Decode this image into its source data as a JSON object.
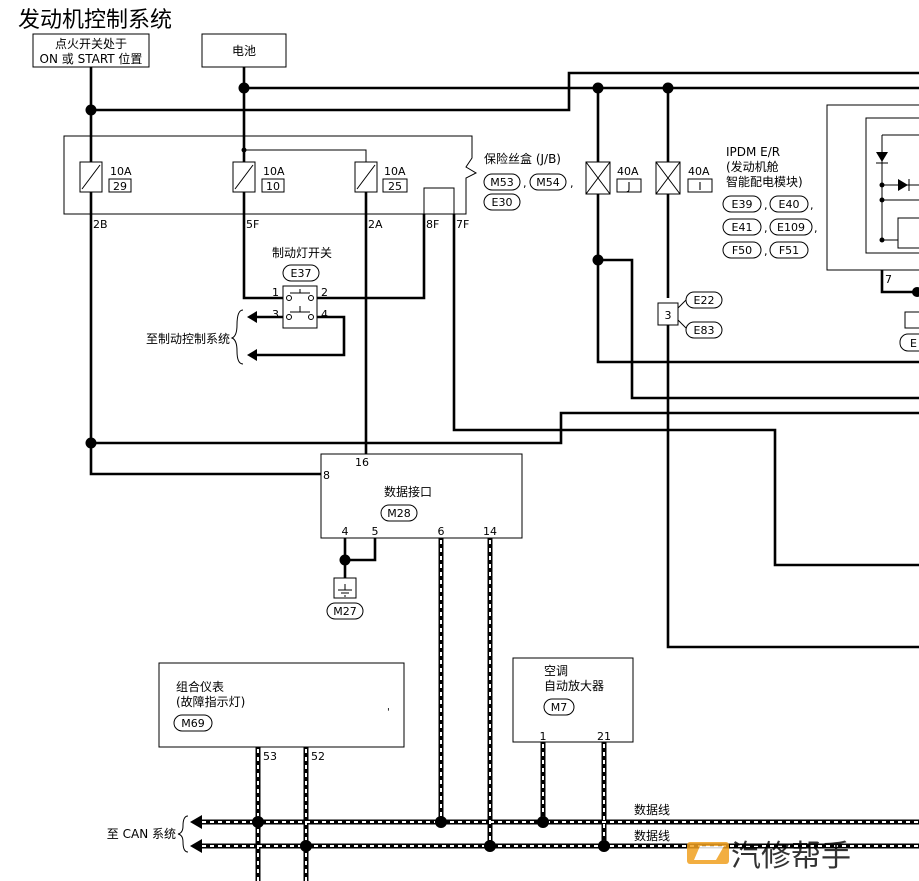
{
  "title": "发动机控制系统",
  "ign_label": [
    "点火开关处于",
    "ON 或 START 位置"
  ],
  "battery_label": "电池",
  "fuse_box": {
    "label": "保险丝盒 (J/B)",
    "connectors": [
      "M53",
      "M54",
      "E30"
    ],
    "fuses": [
      {
        "amp": "10A",
        "num": "29",
        "pin": "2B"
      },
      {
        "amp": "10A",
        "num": "10",
        "pin": "5F"
      },
      {
        "amp": "10A",
        "num": "25",
        "pin": "2A"
      }
    ],
    "extra_pins": [
      "8F",
      "7F"
    ]
  },
  "ipdm": {
    "label": [
      "IPDM E/R",
      "(发动机舱",
      "智能配电模块)"
    ],
    "connectors": [
      "E39",
      "E40",
      "E41",
      "E109",
      "F50",
      "F51"
    ],
    "fuses": [
      {
        "amp": "40A",
        "num": "J"
      },
      {
        "amp": "40A",
        "num": "I"
      }
    ],
    "pin": "7",
    "ground_code": "E"
  },
  "junction": {
    "num": "3",
    "connectors": [
      "E22",
      "E83"
    ]
  },
  "brake_switch": {
    "label": "制动灯开关",
    "connector": "E37",
    "pins": [
      "1",
      "2",
      "3",
      "4"
    ]
  },
  "brake_target": "至制动控制系统",
  "dlc": {
    "label": "数据接口",
    "connector": "M28",
    "pins": [
      "16",
      "8",
      "4",
      "5",
      "6",
      "14"
    ]
  },
  "ground": {
    "connector": "M27"
  },
  "meter": {
    "label": [
      "组合仪表",
      "(故障指示灯)"
    ],
    "connector": "M69",
    "pins": [
      "53",
      "52"
    ]
  },
  "ac": {
    "label": [
      "空调",
      "自动放大器"
    ],
    "connector": "M7",
    "pins": [
      "1",
      "21"
    ]
  },
  "can_label": "至 CAN 系统",
  "data_line_labels": [
    "数据线",
    "数据线"
  ],
  "watermark": "汽修帮手"
}
